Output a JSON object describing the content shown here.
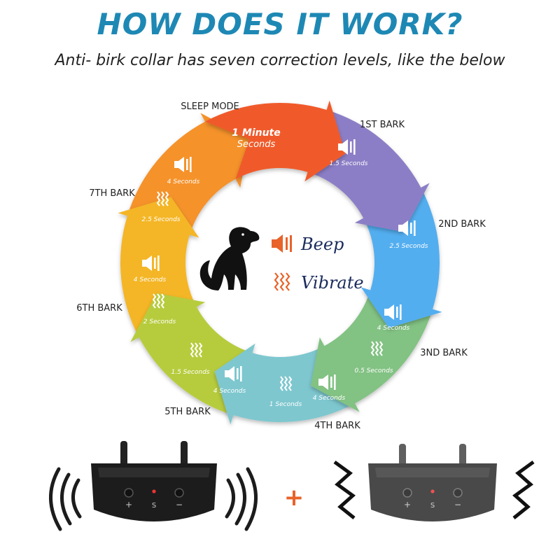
{
  "heading": {
    "title": "HOW DOES IT WORK?",
    "subtitle": "Anti- birk collar has seven correction levels, like the below"
  },
  "colors": {
    "title": "#1e88b4",
    "sleep": "#f05a2a",
    "bark1": "#8c7ec6",
    "bark2": "#52aef0",
    "bark3": "#82c283",
    "bark4": "#7ec7cf",
    "bark5": "#b7cc3e",
    "bark6": "#f4b626",
    "bark7": "#f5922b",
    "legend_icon": "#e8622a"
  },
  "sleep": {
    "label": "SLEEP MODE",
    "line1": "1 Minute",
    "line2": "Seconds"
  },
  "levels": [
    {
      "label": "1ST BARK",
      "items": [
        {
          "icon": "speaker-icon",
          "text": "1.5 Seconds"
        }
      ]
    },
    {
      "label": "2ND BARK",
      "items": [
        {
          "icon": "speaker-icon",
          "text": "2.5 Seconds"
        }
      ]
    },
    {
      "label": "3ND BARK",
      "items": [
        {
          "icon": "speaker-icon",
          "text": "4 Seconds"
        },
        {
          "icon": "vibration-icon",
          "text": "0.5 Seconds"
        }
      ]
    },
    {
      "label": "4TH BARK",
      "items": [
        {
          "icon": "speaker-icon",
          "text": "4 Seconds"
        },
        {
          "icon": "vibration-icon",
          "text": "1 Seconds"
        }
      ]
    },
    {
      "label": "5TH BARK",
      "items": [
        {
          "icon": "speaker-icon",
          "text": "4 Seconds"
        },
        {
          "icon": "vibration-icon",
          "text": "1.5 Seconds"
        }
      ]
    },
    {
      "label": "6TH BARK",
      "items": [
        {
          "icon": "speaker-icon",
          "text": "4 Seconds"
        },
        {
          "icon": "vibration-icon",
          "text": "2 Seconds"
        }
      ]
    },
    {
      "label": "7TH BARK",
      "items": [
        {
          "icon": "speaker-icon",
          "text": "4 Seconds"
        },
        {
          "icon": "vibration-icon",
          "text": "2.5 Seconds"
        }
      ]
    }
  ],
  "legend": {
    "beep": "Beep",
    "vibrate": "Vibrate"
  },
  "collar": {
    "plus": "+",
    "minus": "−",
    "s": "S"
  },
  "combine": "+"
}
